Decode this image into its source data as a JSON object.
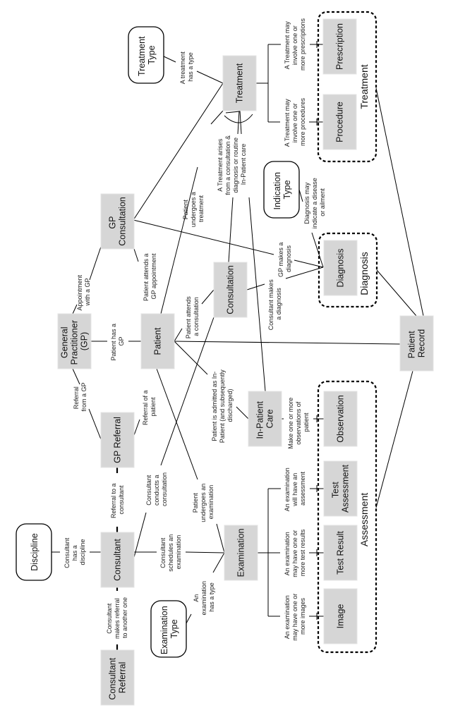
{
  "diagram": {
    "type": "entity-relationship",
    "orientation": "rotated-90-ccw",
    "entities": {
      "treatment": [
        "Treatment"
      ],
      "prescription": [
        "Prescription"
      ],
      "procedure": [
        "Procedure"
      ],
      "gp_consultation": [
        "GP",
        "Consultation"
      ],
      "diagnosis": [
        "Diagnosis"
      ],
      "general_practitioner": [
        "General",
        "Practitioner",
        "(GP)"
      ],
      "patient": [
        "Patient"
      ],
      "consultation": [
        "Consultation"
      ],
      "patient_record": [
        "Patient",
        "Record"
      ],
      "in_patient_care": [
        "In-Patient",
        "Care"
      ],
      "observation": [
        "Observation"
      ],
      "gp_referral": [
        "GP Referral"
      ],
      "consultant": [
        "Consultant"
      ],
      "test_assessment": [
        "Test",
        "Assessment"
      ],
      "test_result": [
        "Test Result"
      ],
      "image": [
        "Image"
      ],
      "examination": [
        "Examination"
      ],
      "consultant_referral": [
        "Consultant",
        "Referral"
      ]
    },
    "types": {
      "treatment_type": [
        "Treatment",
        "Type"
      ],
      "indication_type": [
        "Indication",
        "Type"
      ],
      "discipline": [
        "Discipline"
      ],
      "examination_type": [
        "Examination",
        "Type"
      ]
    },
    "groups": {
      "treatment": "Treatment",
      "diagnosis": "Diagnosis",
      "assessment": "Assessment"
    },
    "relationships": {
      "treatment_has_type": [
        "A treatment",
        "has a type"
      ],
      "treatment_prescriptions": [
        "A Treatment may",
        "involve one or",
        "more prescriptions"
      ],
      "treatment_procedures": [
        "A Treatment may",
        "involve one or",
        "more procedures"
      ],
      "treatment_arises": [
        "A Treatment arises",
        "from a consultation &",
        "diagnosis or routine",
        "In-Patient care"
      ],
      "patient_undergoes_treatment": [
        "Patient",
        "undergoes a",
        "treatment"
      ],
      "appointment_with_gp": [
        "Appointment",
        "with a GP"
      ],
      "patient_attends_gp": [
        "Patient attends a",
        "GP appointment"
      ],
      "gp_makes_diagnosis": [
        "GP makes a",
        "diagnosis"
      ],
      "diagnosis_indicates": [
        "Diagnosis may",
        "indicate a disease",
        "or ailment"
      ],
      "consultant_makes_diagnosis": [
        "Consultant makes",
        "a diagnosis"
      ],
      "patient_has_gp": [
        "Patient has a",
        "GP"
      ],
      "patient_attends_consultation": [
        "Patient attends",
        "a consultation"
      ],
      "patient_admitted": [
        "Patient is admitted as In-",
        "Patient (and subsequently",
        "discharged)"
      ],
      "observations": [
        "Make one or more",
        "observations of",
        "patient"
      ],
      "referral_from_gp": [
        "Referral",
        "from a GP"
      ],
      "referral_of_patient": [
        "Referral of a",
        "patient"
      ],
      "referral_to_consultant": [
        "Referral to a",
        "consultant"
      ],
      "consultant_conducts": [
        "Consultant",
        "conducts a",
        "consultation"
      ],
      "patient_undergoes_exam": [
        "Patient",
        "undergoes an",
        "examination"
      ],
      "consultant_discipline": [
        "Consultant",
        "has a",
        "discipline"
      ],
      "consultant_schedules": [
        "Consultant",
        "schedules an",
        "examination"
      ],
      "exam_has_type": [
        "An",
        "examination",
        "has a type"
      ],
      "consultant_referral_rel": [
        "Consultant",
        "makes referral",
        "to another one"
      ],
      "exam_assessment": [
        "An examination",
        "will have an",
        "assessment"
      ],
      "exam_test_results": [
        "An examination",
        "may have one or",
        "more test results"
      ],
      "exam_images": [
        "An examination",
        "may have one or",
        "more images"
      ]
    }
  }
}
